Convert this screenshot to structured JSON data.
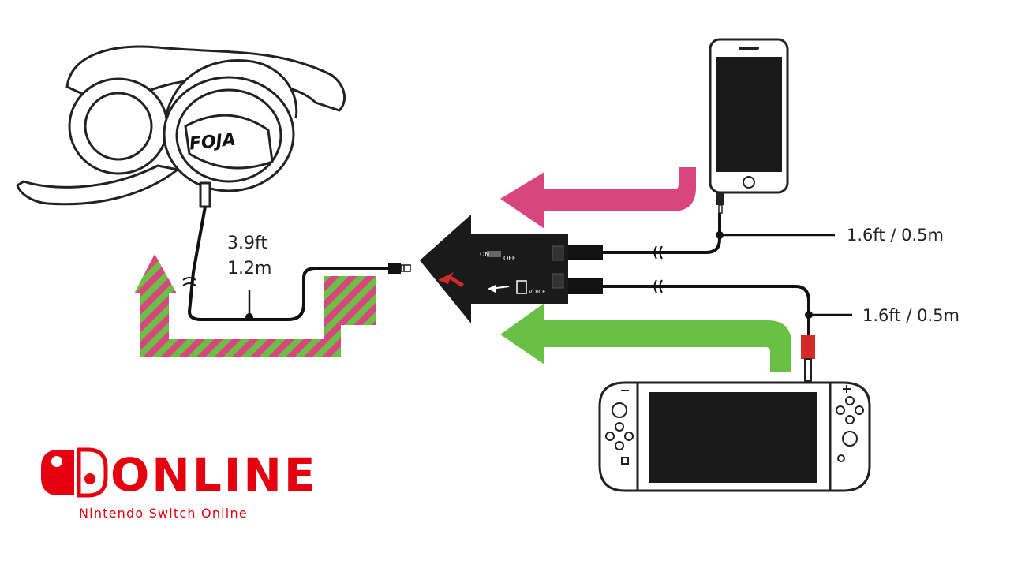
{
  "cables": {
    "headset_length_ft": "3.9ft",
    "headset_length_m": "1.2m",
    "phone_length": "1.6ft / 0.5m",
    "switch_length": "1.6ft / 0.5m"
  },
  "headset": {
    "brand_text": "FOJA"
  },
  "adapter": {
    "switch_on": "ON",
    "switch_off": "OFF",
    "port_label": "VOICE"
  },
  "logo": {
    "main_text": "ONLINE",
    "subtitle": "Nintendo Switch Online",
    "color": "#e4000f"
  },
  "colors": {
    "phone_audio_arrow": "#d9457f",
    "switch_audio_arrow": "#6abf45",
    "cable": "#111111",
    "screen": "#1a1a1a"
  }
}
